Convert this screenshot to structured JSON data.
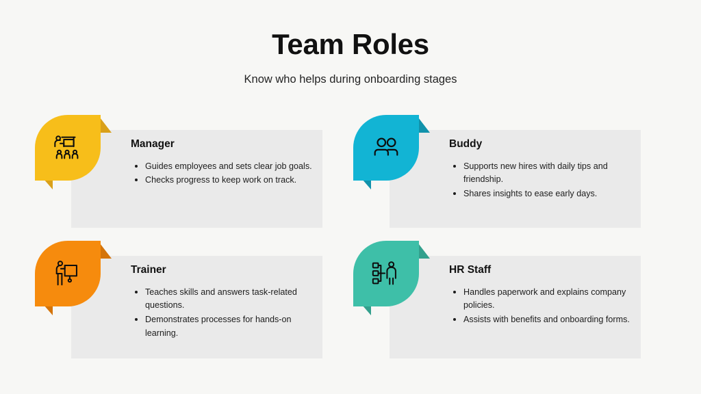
{
  "header": {
    "title": "Team Roles",
    "subtitle": "Know who helps during onboarding stages"
  },
  "theme": {
    "background": "#F7F7F5",
    "panel_background": "#EAEAEA",
    "text_color": "#111111"
  },
  "cards": [
    {
      "role": "Manager",
      "icon": "presenter-with-audience-icon",
      "accent": "#F7BE1A",
      "fold": "#D9A01A",
      "bullets": [
        "Guides employees and sets clear job goals.",
        "Checks progress to keep work on track."
      ]
    },
    {
      "role": "Buddy",
      "icon": "two-people-icon",
      "accent": "#12B4D4",
      "fold": "#1192AB",
      "bullets": [
        "Supports new hires with daily tips and friendship.",
        "Shares insights to ease early days."
      ]
    },
    {
      "role": "Trainer",
      "icon": "person-at-whiteboard-icon",
      "accent": "#F68B0D",
      "fold": "#D4740A",
      "bullets": [
        "Teaches skills and answers task-related questions.",
        "Demonstrates processes for hands-on learning."
      ]
    },
    {
      "role": "HR Staff",
      "icon": "org-chart-person-icon",
      "accent": "#3EBFA8",
      "fold": "#33A08D",
      "bullets": [
        "Handles paperwork and explains company policies.",
        "Assists with benefits and onboarding forms."
      ]
    }
  ]
}
